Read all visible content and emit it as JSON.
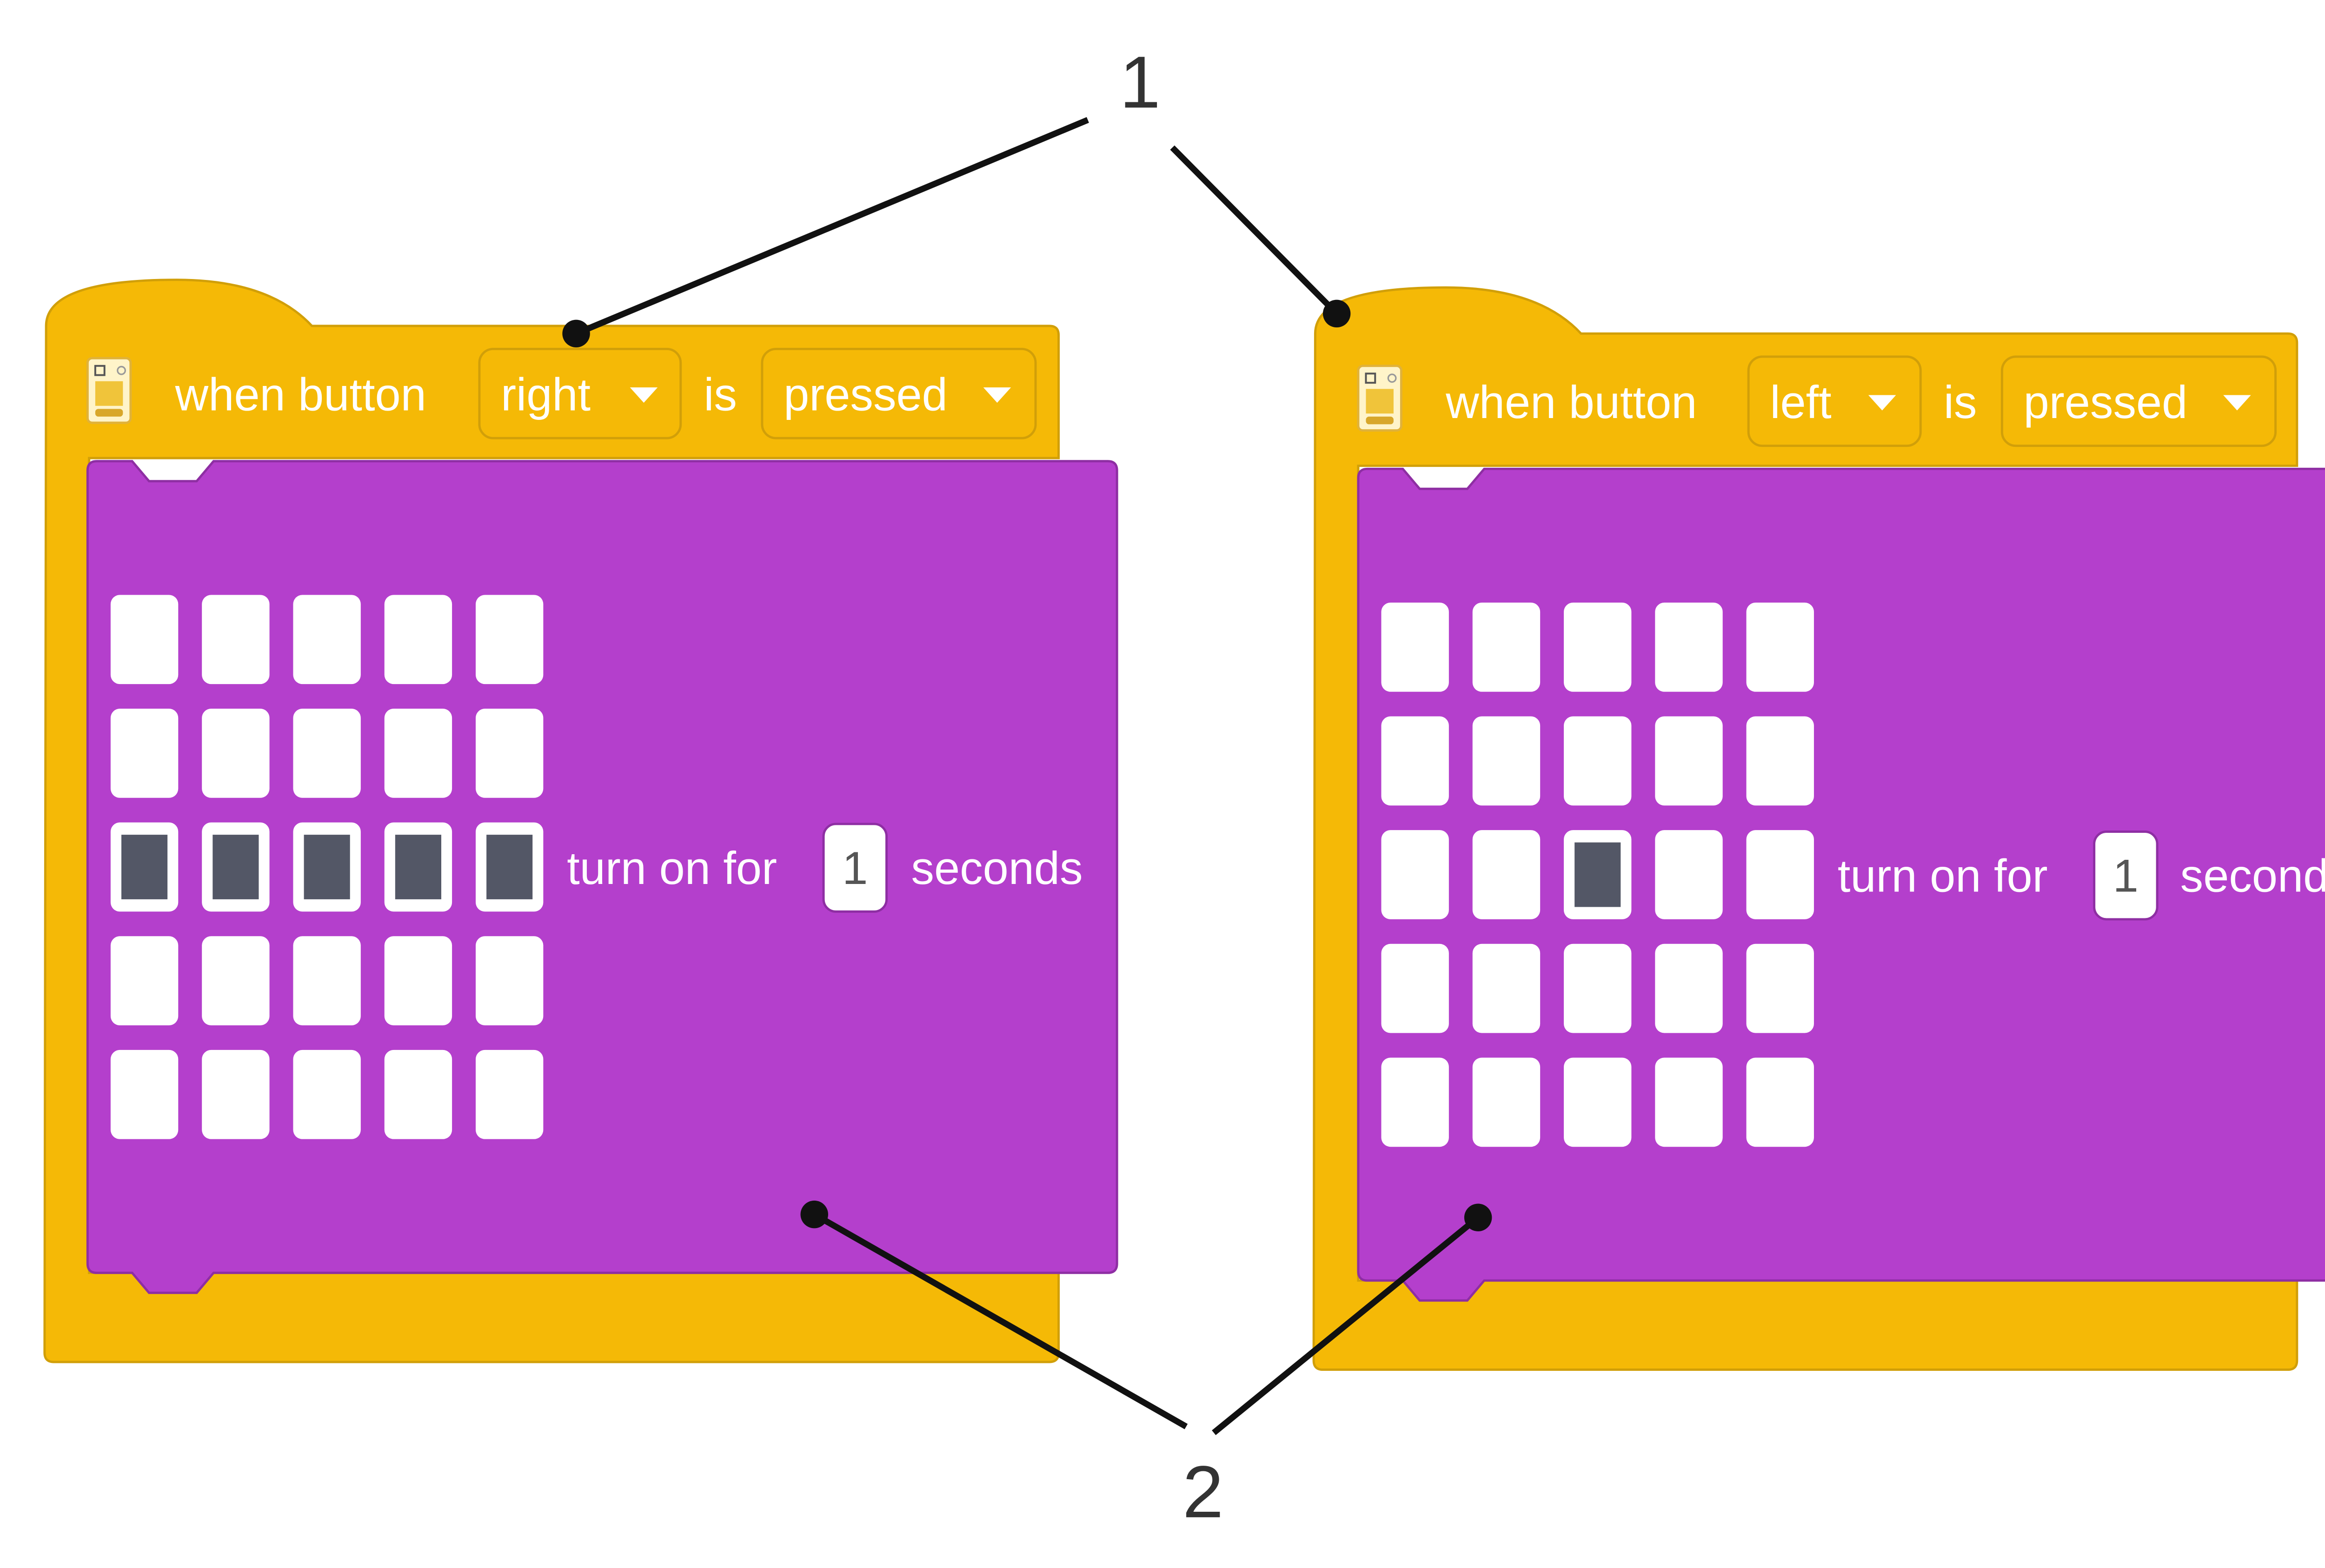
{
  "colors": {
    "hat": "#f5b906",
    "hat_stroke": "#d19f09",
    "stack": "#b43fcc",
    "stack_stroke": "#8e2ea3",
    "led_off": "#ffffff",
    "led_on": "#535766",
    "text": "#ffffff",
    "callout": "#111111",
    "callout_label": "#333333"
  },
  "callouts": {
    "one": "1",
    "two": "2"
  },
  "blocks": [
    {
      "event_text": "when button",
      "button_value": "right",
      "is_text": "is",
      "state_value": "pressed",
      "action_text": "turn on for",
      "seconds_value": "1",
      "seconds_text": "seconds",
      "icon": "hub-icon",
      "dropdown_icon": "caret-down-icon",
      "leds": [
        [
          0,
          0,
          0,
          0,
          0
        ],
        [
          0,
          0,
          0,
          0,
          0
        ],
        [
          1,
          1,
          1,
          1,
          1
        ],
        [
          0,
          0,
          0,
          0,
          0
        ],
        [
          0,
          0,
          0,
          0,
          0
        ]
      ]
    },
    {
      "event_text": "when button",
      "button_value": "left",
      "is_text": "is",
      "state_value": "pressed",
      "action_text": "turn on for",
      "seconds_value": "1",
      "seconds_text": "seconds",
      "icon": "hub-icon",
      "dropdown_icon": "caret-down-icon",
      "leds": [
        [
          0,
          0,
          0,
          0,
          0
        ],
        [
          0,
          0,
          0,
          0,
          0
        ],
        [
          0,
          0,
          1,
          0,
          0
        ],
        [
          0,
          0,
          0,
          0,
          0
        ],
        [
          0,
          0,
          0,
          0,
          0
        ]
      ]
    }
  ]
}
